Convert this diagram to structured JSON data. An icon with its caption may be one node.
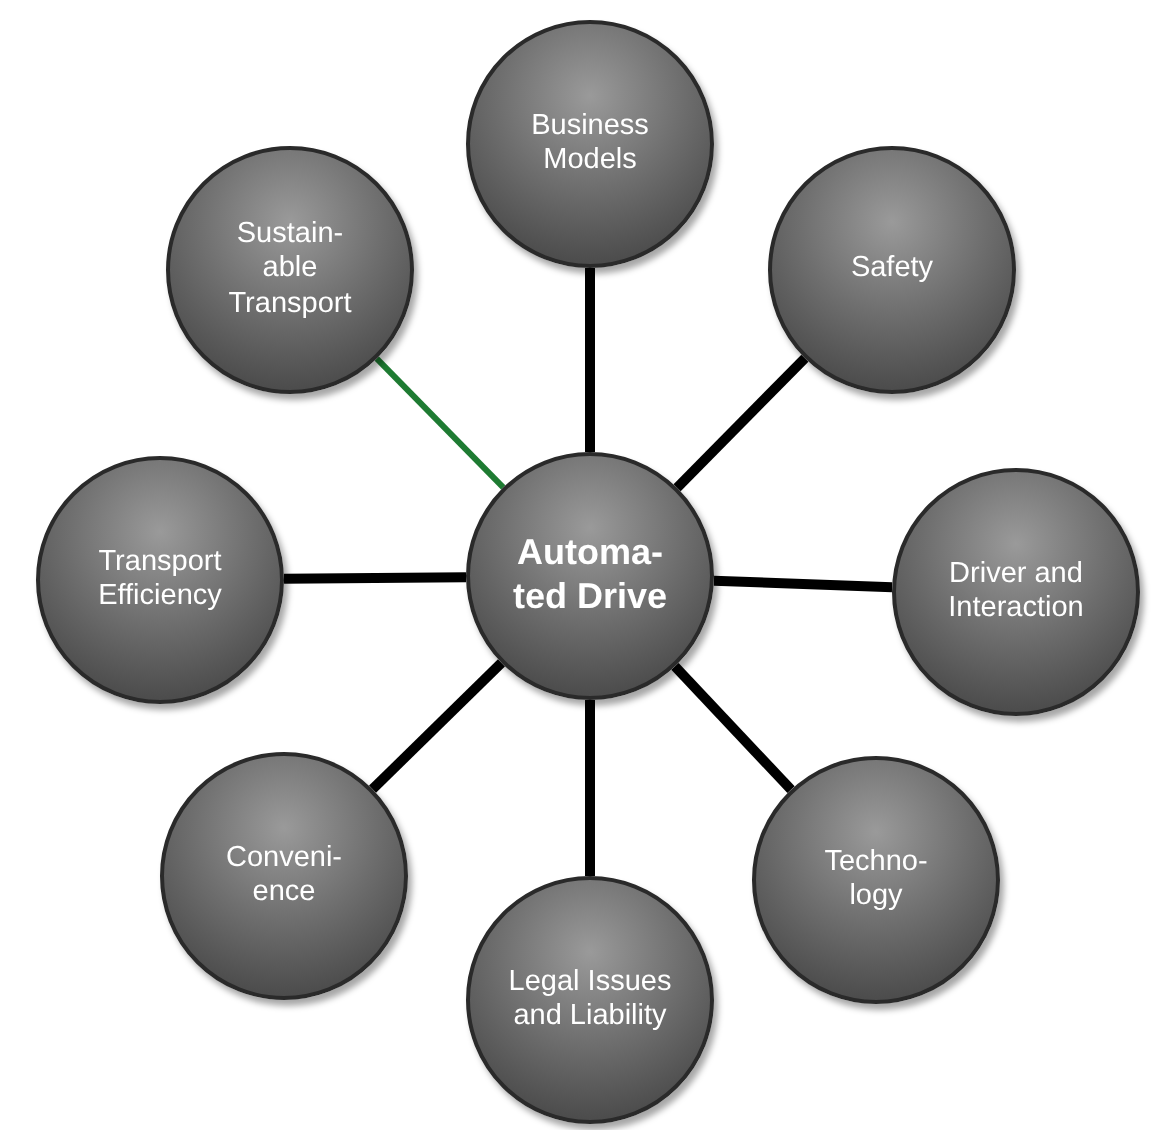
{
  "diagram": {
    "nodes": [
      {
        "text": [
          "Automa- ted Drive"
        ]
      },
      {
        "text": [
          "Business Models"
        ]
      },
      {
        "text": [
          "Safety"
        ]
      },
      {
        "text": [
          "Driver and Interaction"
        ]
      },
      {
        "text": [
          "Techno- logy"
        ]
      },
      {
        "text": [
          "Legal Issues and Liability"
        ]
      },
      {
        "text": [
          "Conveni- ence"
        ]
      },
      {
        "text": [
          "Transport Efficiency"
        ]
      },
      {
        "text": [
          "Sustain- able Transport"
        ]
      }
    ],
    "edges": [
      {
        "from": 0,
        "to": 1,
        "arrow": "none"
      },
      {
        "from": 0,
        "to": 2,
        "arrow": "none"
      },
      {
        "from": 0,
        "to": 3,
        "arrow": "none"
      },
      {
        "from": 0,
        "to": 4,
        "arrow": "none"
      },
      {
        "from": 0,
        "to": 5,
        "arrow": "none"
      },
      {
        "from": 0,
        "to": 6,
        "arrow": "none"
      },
      {
        "from": 0,
        "to": 7,
        "arrow": "none"
      },
      {
        "from": 0,
        "to": 8,
        "arrow": "none",
        "color": "#1e7b32"
      }
    ]
  }
}
